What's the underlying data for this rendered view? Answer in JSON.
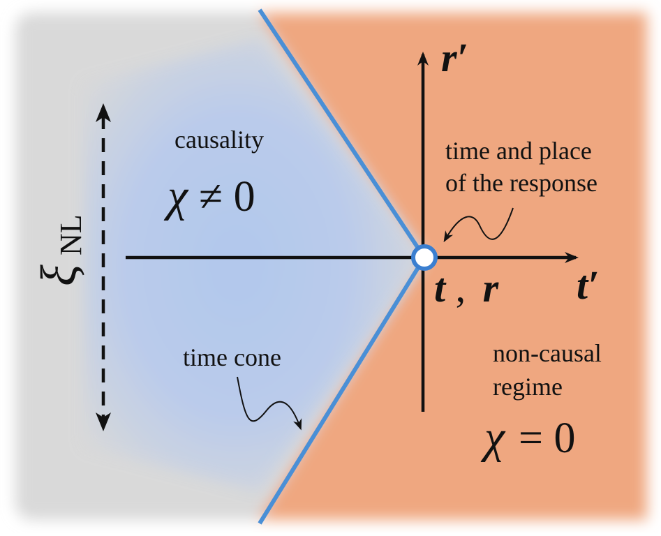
{
  "diagram": {
    "causal_region": {
      "label": "causality",
      "equation_symbol": "χ",
      "equation_rest": "≠ 0"
    },
    "noncausal_region": {
      "label_line1": "non-causal",
      "label_line2": "regime",
      "equation_symbol": "χ",
      "equation_rest": "= 0"
    },
    "response_point": {
      "label_line1": "time and place",
      "label_line2": "of the response",
      "coords_t": "t",
      "coords_sep": ",",
      "coords_r": "r"
    },
    "time_cone_label": "time cone",
    "axes": {
      "vertical": "r′",
      "horizontal": "t′"
    },
    "length_scale": {
      "symbol": "ξ",
      "subscript": "NL"
    },
    "colors": {
      "causal_fill": "#b3c7ea",
      "noncausal_fill": "#efa780",
      "outer_gray": "#d9d9d9",
      "cone_line": "#4a8fd6",
      "axis": "#111111"
    }
  }
}
